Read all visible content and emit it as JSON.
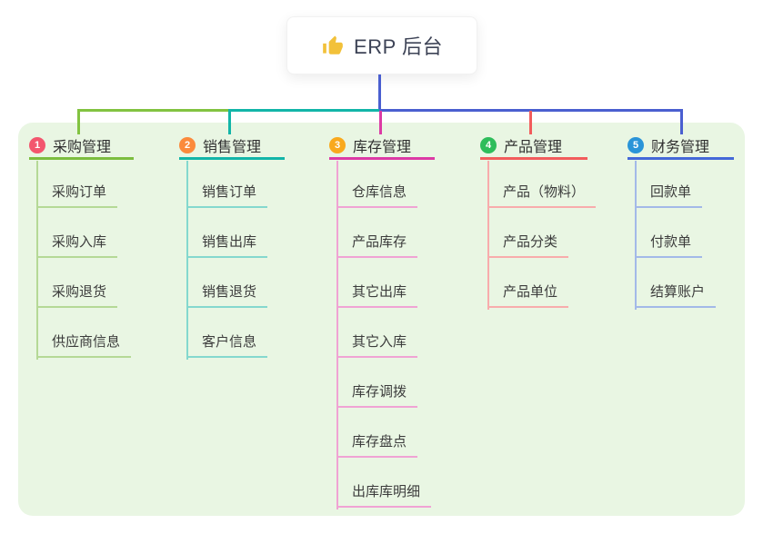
{
  "root": {
    "title": "ERP 后台",
    "icon": "thumbs-up-icon",
    "icon_color": "#f2c13a"
  },
  "panel_color": "#e9f6e3",
  "connector": {
    "root_color": "#4a5fd0",
    "segment_colors": [
      "#82c341",
      "#12b5a8",
      "#4a5fd0"
    ]
  },
  "branches": [
    {
      "badge": "1",
      "badge_color": "#f3566e",
      "label": "采购管理",
      "line_color": "#7cbd3f",
      "drop_color": "#82c341",
      "child_line_color": "#b5d996",
      "children": [
        "采购订单",
        "采购入库",
        "采购退货",
        "供应商信息"
      ]
    },
    {
      "badge": "2",
      "badge_color": "#fb8a3c",
      "label": "销售管理",
      "line_color": "#12b5a8",
      "drop_color": "#12b5a8",
      "child_line_color": "#84d8ce",
      "children": [
        "销售订单",
        "销售出库",
        "销售退货",
        "客户信息"
      ]
    },
    {
      "badge": "3",
      "badge_color": "#f9a91d",
      "label": "库存管理",
      "line_color": "#dc3aa5",
      "drop_color": "#dc3aa5",
      "child_line_color": "#f0a3d4",
      "children": [
        "仓库信息",
        "产品库存",
        "其它出库",
        "其它入库",
        "库存调拨",
        "库存盘点",
        "出库库明细"
      ]
    },
    {
      "badge": "4",
      "badge_color": "#2ebd5b",
      "label": "产品管理",
      "line_color": "#f25c5c",
      "drop_color": "#f25c5c",
      "child_line_color": "#f8acac",
      "children": [
        "产品（物料）",
        "产品分类",
        "产品单位"
      ]
    },
    {
      "badge": "5",
      "badge_color": "#2a94d8",
      "label": "财务管理",
      "line_color": "#4468d8",
      "drop_color": "#4a5fd0",
      "child_line_color": "#a3b9e8",
      "children": [
        "回款单",
        "付款单",
        "结算账户"
      ]
    }
  ]
}
